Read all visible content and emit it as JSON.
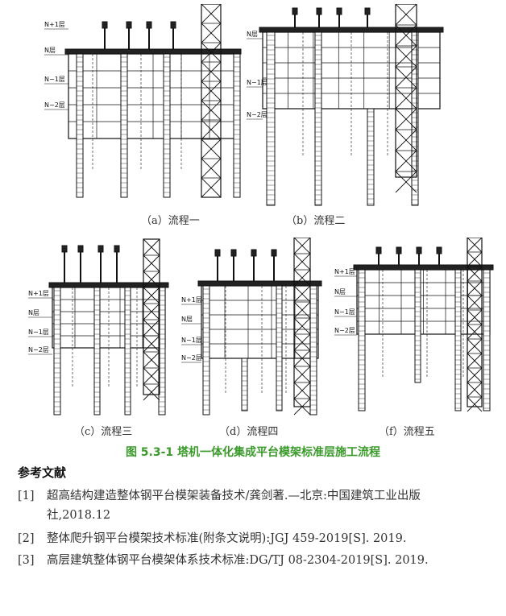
{
  "figure": {
    "captions": [
      "（a）流程一",
      "（b）流程二",
      "（c）流程三",
      "（d）流程四",
      "（f）流程五"
    ],
    "title": "图 5.3-1 塔机一体化集成平台模架标准层施工流程",
    "diagram_labels": {
      "a": [
        "N+1层",
        "N层",
        "N−1层",
        "N−2层"
      ],
      "b": [
        "N层",
        "N−1层",
        "N−2层"
      ],
      "c": [
        "N+1层",
        "N层",
        "N−1层",
        "N−2层"
      ],
      "d": [
        "N+1层",
        "N层",
        "N−1层",
        "N−2层"
      ],
      "f": [
        "N+1层",
        "N层",
        "N−1层",
        "N−2层"
      ]
    }
  },
  "references": {
    "heading": "参考文献",
    "items": [
      {
        "num": "[1]",
        "line1": "超高结构建造整体钢平台模架装备技术/龚剑著.—北京:中国建筑工业出版",
        "line2": "社,2018.12"
      },
      {
        "num": "[2]",
        "line1": "整体爬升钢平台模架技术标准(附条文说明):JGJ 459-2019[S]. 2019.",
        "line2": ""
      },
      {
        "num": "[3]",
        "line1": "高层建筑整体钢平台模架体系技术标准:DG/TJ 08-2304-2019[S]. 2019.",
        "line2": ""
      }
    ]
  }
}
